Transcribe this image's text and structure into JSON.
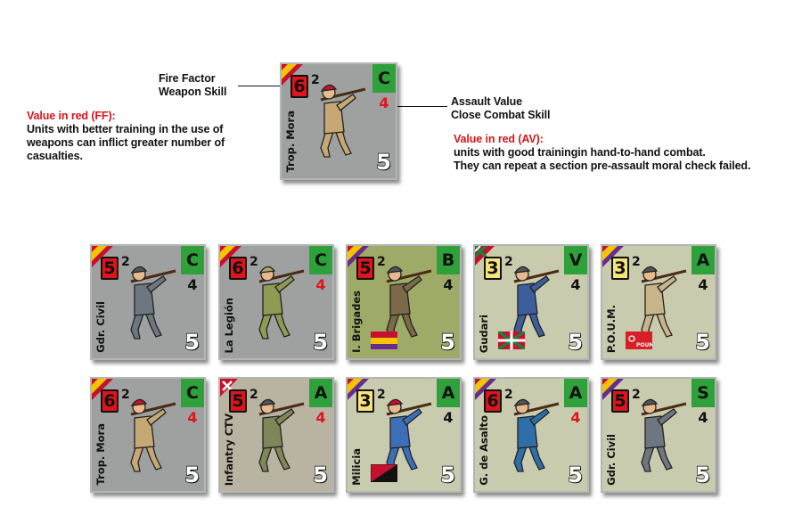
{
  "colors": {
    "red_value": "#e0141b",
    "class_badge": "#2ea13b",
    "counter_gray": "#9ea19f",
    "counter_olive": "#9daa68",
    "counter_pale": "#c9cbaf",
    "counter_taupe": "#b9b3a2"
  },
  "legend": {
    "ff_label_1": "Fire Factor",
    "ff_label_2": "Weapon Skill",
    "av_label_1": "Assault Value",
    "av_label_2": "Close Combat Skill",
    "ff_red_title": "Value in red (FF):",
    "ff_red_desc": [
      "Units with better training in the use of",
      "weapons can inflict greater number of",
      "casualties."
    ],
    "av_red_title": "Value in red (AV):",
    "av_red_desc": [
      "units with good trainingin hand-to-hand combat.",
      "They can repeat a section pre-assault moral check failed."
    ]
  },
  "sample_counter": {
    "name": "Trop. Mora",
    "ff": "6",
    "ff_red": true,
    "skill": "2",
    "class": "C",
    "av": "4",
    "av_red": true,
    "morale": "5",
    "flag": "nationalist",
    "bg": "counter_gray",
    "emblem_icon": "none",
    "emblem_text": ""
  },
  "counters": [
    {
      "name": "Gdr. Civil",
      "ff": "5",
      "ff_red": true,
      "skill": "2",
      "class": "C",
      "av": "4",
      "av_red": false,
      "morale": "5",
      "flag": "nationalist",
      "bg": "counter_gray",
      "emblem_icon": "none",
      "emblem_text": ""
    },
    {
      "name": "La Legión",
      "ff": "6",
      "ff_red": true,
      "skill": "2",
      "class": "C",
      "av": "4",
      "av_red": true,
      "morale": "5",
      "flag": "nationalist",
      "bg": "counter_gray",
      "emblem_icon": "none",
      "emblem_text": ""
    },
    {
      "name": "I. Brigades",
      "ff": "5",
      "ff_red": true,
      "skill": "2",
      "class": "B",
      "av": "4",
      "av_red": false,
      "morale": "5",
      "flag": "republican",
      "bg": "counter_olive",
      "emblem_icon": "republic-flag-icon",
      "emblem_text": ""
    },
    {
      "name": "Gudari",
      "ff": "3",
      "ff_red": false,
      "skill": "2",
      "class": "V",
      "av": "4",
      "av_red": false,
      "morale": "5",
      "flag": "basque",
      "bg": "counter_pale",
      "emblem_icon": "ikurrina-flag-icon",
      "emblem_text": ""
    },
    {
      "name": "P.O.U.M.",
      "ff": "3",
      "ff_red": false,
      "skill": "2",
      "class": "A",
      "av": "4",
      "av_red": false,
      "morale": "5",
      "flag": "republican",
      "bg": "counter_pale",
      "emblem_icon": "poum-flag-icon",
      "emblem_text": "POUM"
    },
    {
      "name": "Trop. Mora",
      "ff": "6",
      "ff_red": true,
      "skill": "2",
      "class": "C",
      "av": "4",
      "av_red": true,
      "morale": "5",
      "flag": "nationalist",
      "bg": "counter_gray",
      "emblem_icon": "none",
      "emblem_text": ""
    },
    {
      "name": "Infantry CTV",
      "ff": "5",
      "ff_red": true,
      "skill": "2",
      "class": "A",
      "av": "4",
      "av_red": true,
      "morale": "5",
      "flag": "italian",
      "bg": "counter_taupe",
      "emblem_icon": "none",
      "emblem_text": ""
    },
    {
      "name": "Milicia",
      "ff": "3",
      "ff_red": false,
      "skill": "2",
      "class": "A",
      "av": "4",
      "av_red": false,
      "morale": "5",
      "flag": "republican",
      "bg": "counter_pale",
      "emblem_icon": "anarchist-flag-icon",
      "emblem_text": ""
    },
    {
      "name": "G. de Asalto",
      "ff": "6",
      "ff_red": true,
      "skill": "2",
      "class": "A",
      "av": "4",
      "av_red": true,
      "morale": "5",
      "flag": "republican",
      "bg": "counter_pale",
      "emblem_icon": "none",
      "emblem_text": ""
    },
    {
      "name": "Gdr. Civil",
      "ff": "5",
      "ff_red": true,
      "skill": "2",
      "class": "S",
      "av": "4",
      "av_red": false,
      "morale": "5",
      "flag": "republican",
      "bg": "counter_pale",
      "emblem_icon": "none",
      "emblem_text": ""
    }
  ]
}
